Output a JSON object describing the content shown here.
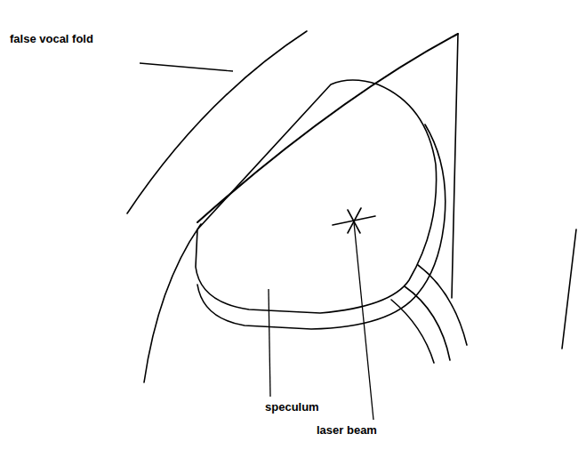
{
  "diagram": {
    "labels": [
      "false vocal fold",
      "speculum",
      "laser beam"
    ]
  }
}
